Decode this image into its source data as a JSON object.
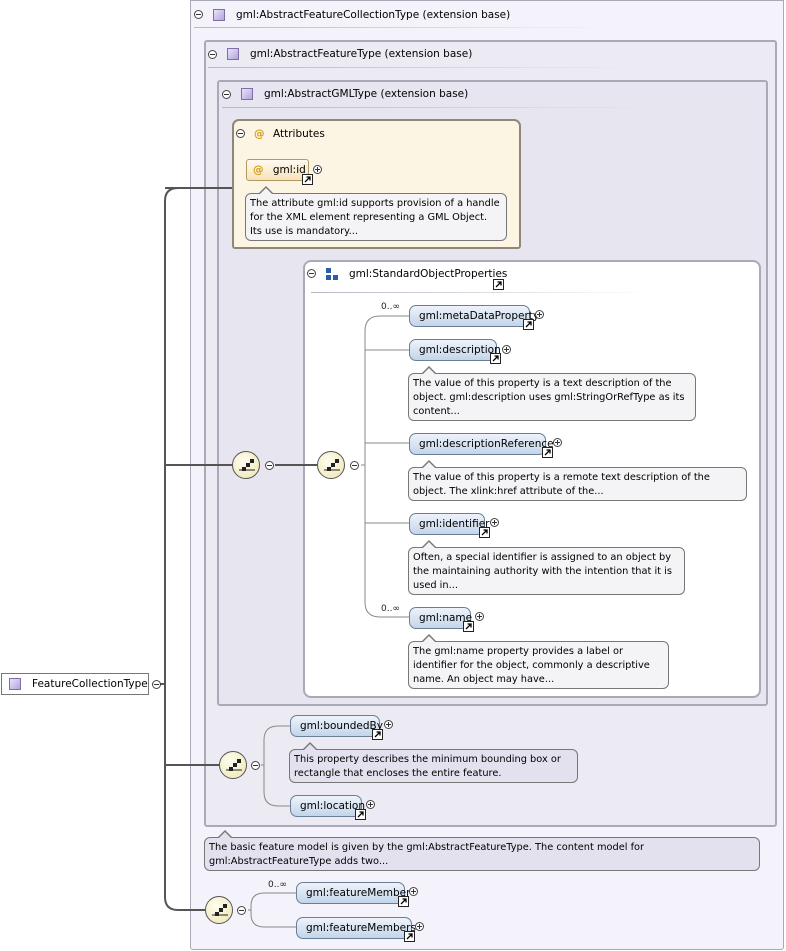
{
  "root": {
    "label": "FeatureCollectionType"
  },
  "headers": {
    "collection": "gml:AbstractFeatureCollectionType (extension base)",
    "feature": "gml:AbstractFeatureType (extension base)",
    "gml": "gml:AbstractGMLType (extension base)",
    "attributes": "Attributes",
    "std": "gml:StandardObjectProperties"
  },
  "attributes": {
    "id_label": "gml:id",
    "id_note": "The attribute gml:id supports provision of a handle for the XML element representing a GML Object. Its use is mandatory..."
  },
  "std_props": {
    "metaDataProperty": {
      "label": "gml:metaDataProperty",
      "card": "0..∞"
    },
    "description": {
      "label": "gml:description",
      "note": "The value of this property is a text description of the object. gml:description uses gml:StringOrRefType as its content..."
    },
    "descriptionReference": {
      "label": "gml:descriptionReference",
      "note": "The value of this property is a remote text description of the object. The xlink:href attribute of the..."
    },
    "identifier": {
      "label": "gml:identifier",
      "note": "Often, a special identifier is assigned to an object by the maintaining authority with the intention that it is used in..."
    },
    "name": {
      "label": "gml:name",
      "card": "0..∞",
      "note": "The gml:name property provides a label or identifier for the object, commonly a descriptive name. An object may have..."
    }
  },
  "feature_props": {
    "boundedBy": {
      "label": "gml:boundedBy",
      "note": "This property describes the minimum bounding box or rectangle that encloses the entire feature."
    },
    "location": {
      "label": "gml:location"
    }
  },
  "feature_note": "The basic feature model is given by the gml:AbstractFeatureType. The content model for gml:AbstractFeatureType adds two...",
  "members": {
    "featureMember": {
      "label": "gml:featureMember",
      "card": "0..∞"
    },
    "featureMembers": {
      "label": "gml:featureMembers"
    }
  },
  "colors": {
    "border": "#a9a9b7",
    "element_fill": "#c3d5ea",
    "attribute_fill": "#fdf5e4",
    "sequence_fill": "#ece3b0"
  }
}
